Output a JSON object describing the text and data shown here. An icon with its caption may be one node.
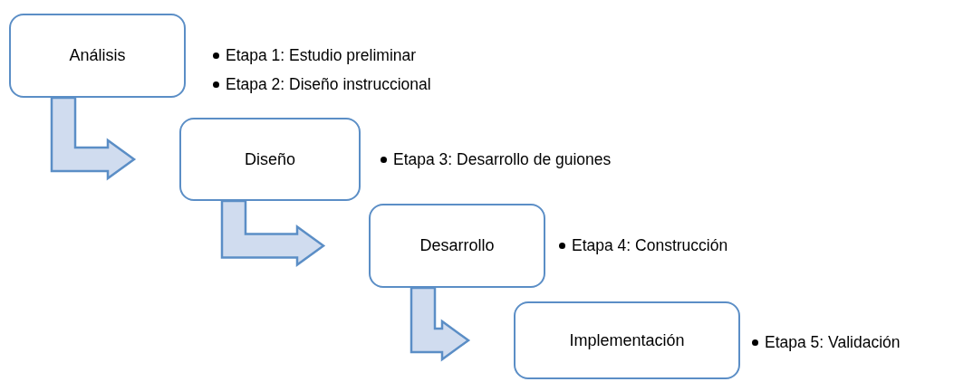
{
  "diagram": {
    "nodes": [
      {
        "text": [
          "Análisis"
        ],
        "beside": [
          "Etapa 1: Estudio preliminar",
          "Etapa 2: Diseño instruccional"
        ]
      },
      {
        "text": [
          "Diseño"
        ],
        "beside": [
          "Etapa 3: Desarrollo de guiones"
        ]
      },
      {
        "text": [
          "Desarrollo"
        ],
        "beside": [
          "Etapa 4: Construcción"
        ]
      },
      {
        "text": [
          "Implementación"
        ],
        "beside": [
          "Etapa 5: Validación"
        ]
      }
    ],
    "edges": [
      {
        "from": 0,
        "to": 1,
        "arrow": "to"
      },
      {
        "from": 1,
        "to": 2,
        "arrow": "to"
      },
      {
        "from": 2,
        "to": 3,
        "arrow": "to"
      }
    ]
  }
}
